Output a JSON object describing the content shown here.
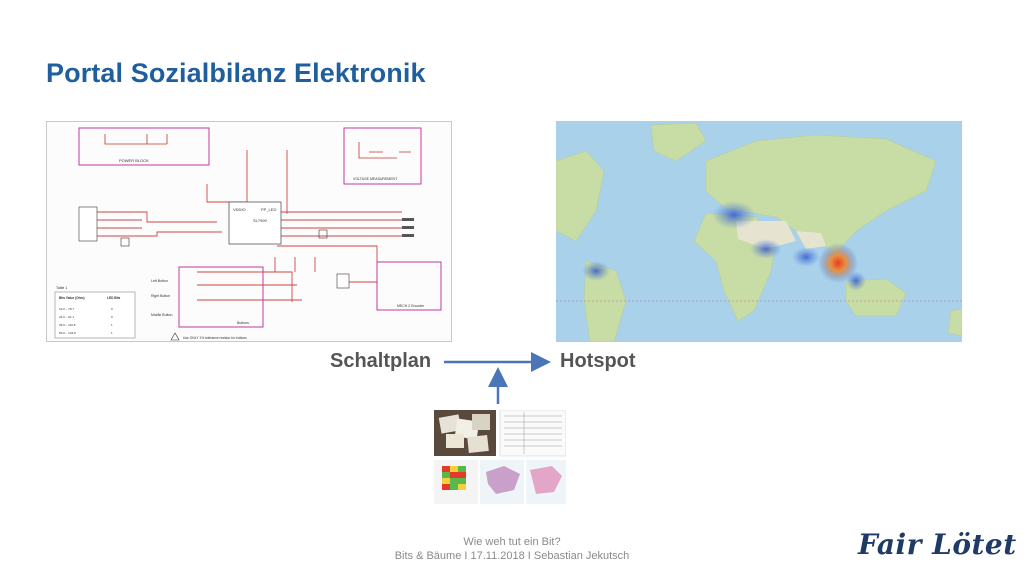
{
  "slide": {
    "title": "Portal Sozialbilanz Elektronik",
    "label_left": "Schaltplan",
    "label_right": "Hotspot"
  },
  "schematic": {
    "power_block": "POWER BLOCK",
    "voltage_measurement": "VOLTAGE MEASUREMENT",
    "buttons": "Buttons",
    "encoder": "MECH 2 Encoder",
    "table_title": "Table 1",
    "table_headers": [
      "Bits Value (Ohm)",
      "LED Bits"
    ],
    "table_rows": [
      [
        "19.0 – 78.7",
        "0"
      ],
      [
        "24.0 – 91.1",
        "0"
      ],
      [
        "39.0 – 116.8",
        "1"
      ],
      [
        "59.0 – 143.8",
        "1"
      ]
    ],
    "note": "Use ONLY 1% tolerance resistor for buttons",
    "left_button": "Left Button",
    "right_button": "Right Button",
    "middle_button": "Middle Button"
  },
  "footer": {
    "line1": "Wie weh tut ein Bit?",
    "line2": "Bits & Bäume I  17.11.2018  I Sebastian Jekutsch"
  },
  "logo": {
    "text": "Fair Lötet"
  },
  "colors": {
    "title": "#1f5f9e",
    "arrow": "#4a76b8",
    "label": "#555555",
    "logo": "#1f3a66"
  }
}
